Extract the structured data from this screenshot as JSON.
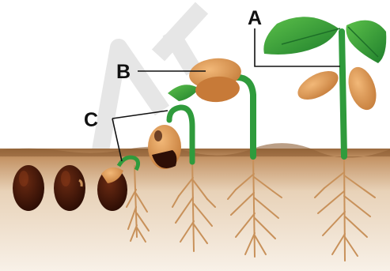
{
  "labels": {
    "a": "A",
    "b": "B",
    "c": "C"
  },
  "colors": {
    "soil_top": "#b9855a",
    "soil_mid": "#e7cfb4",
    "soil_bottom": "#f6ede2",
    "seed_dark": "#3a1408",
    "seed_tan": "#d9934f",
    "stem_green": "#2f9b3c",
    "leaf_green": "#34a33c",
    "root_tan": "#c8915a",
    "watermark": "#e4e4e4"
  },
  "icons": {
    "seedlings": "bean-germination-stages",
    "watermark": "watermark-letters"
  }
}
